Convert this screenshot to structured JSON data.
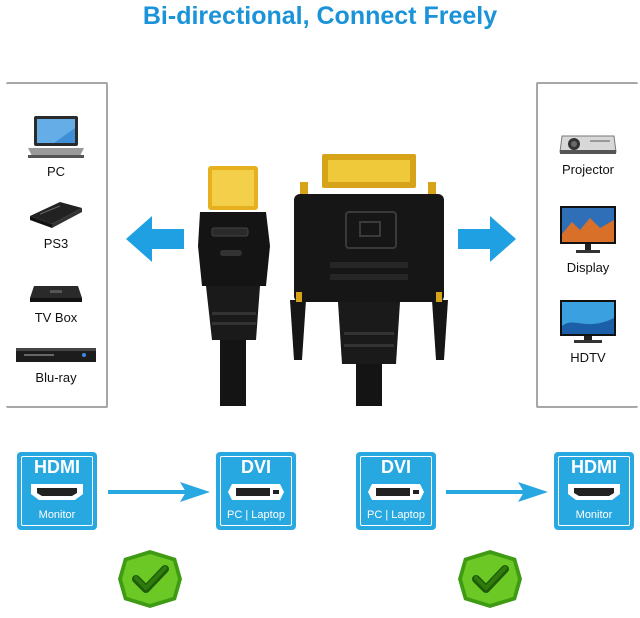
{
  "title": "Bi-directional, Connect Freely",
  "left_devices": [
    {
      "label": "PC",
      "icon": "laptop-icon"
    },
    {
      "label": "PS3",
      "icon": "game-console-icon"
    },
    {
      "label": "TV Box",
      "icon": "tv-box-icon"
    },
    {
      "label": "Blu-ray",
      "icon": "bluray-player-icon"
    }
  ],
  "right_devices": [
    {
      "label": "Projector",
      "icon": "projector-icon"
    },
    {
      "label": "Display",
      "icon": "display-icon"
    },
    {
      "label": "HDTV",
      "icon": "hdtv-icon"
    }
  ],
  "connections": [
    {
      "from": {
        "title": "HDMI",
        "subtitle": "Monitor"
      },
      "to": {
        "title": "DVI",
        "subtitle": "PC | Laptop"
      }
    },
    {
      "from": {
        "title": "DVI",
        "subtitle": "PC | Laptop"
      },
      "to": {
        "title": "HDMI",
        "subtitle": "Monitor"
      }
    }
  ],
  "colors": {
    "accent_blue": "#1a93d9",
    "box_blue": "#28a8e0",
    "check_green": "#5cbf1a",
    "connector_gold": "#e9b92a",
    "cable_black": "#1a1a1a"
  }
}
